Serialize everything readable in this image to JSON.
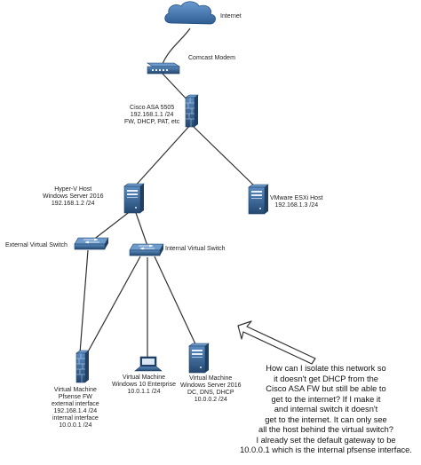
{
  "colors": {
    "device_blue": "#2f5f8f",
    "device_dark": "#1f3f64",
    "cloud": "#4a7db5",
    "line": "#2f2f2f"
  },
  "diagram": {
    "internet": {
      "icon": "cloud-icon",
      "label": "Internet"
    },
    "modem": {
      "icon": "modem-icon",
      "label": "Comcast Modem"
    },
    "asa": {
      "icon": "firewall-icon",
      "lines": [
        "Cisco ASA 5505",
        "192.168.1.1 /24",
        "FW, DHCP, PAT, etc"
      ]
    },
    "hyperv": {
      "icon": "server-icon",
      "lines": [
        "Hyper-V Host",
        "Windows Server  2016",
        "192.168.1.2 /24"
      ]
    },
    "esxi": {
      "icon": "server-icon",
      "lines": [
        "VMware ESXi Host",
        "192.168.1.3 /24"
      ]
    },
    "ext_switch": {
      "icon": "switch-icon",
      "label": "External Virtual Switch"
    },
    "int_switch": {
      "icon": "switch-icon",
      "label": "Internal Virtual Switch"
    },
    "pfsense": {
      "icon": "firewall-icon",
      "lines": [
        "Virtual Machine",
        "Pfsense FW",
        "external interface",
        "192.168.1.4 /24",
        "internal interface",
        "10.0.0.1 /24"
      ]
    },
    "win10": {
      "icon": "laptop-icon",
      "lines": [
        "Virtual Machine",
        "Windows 10 Enterprise",
        "10.0.1.1 /24"
      ]
    },
    "dc": {
      "icon": "server-icon",
      "lines": [
        "Virtual Machine",
        "Windows Server  2016",
        "DC, DNS, DHCP",
        "10.0.0.2 /24"
      ]
    }
  },
  "annotation": {
    "arrow_icon": "arrow-icon",
    "lines": [
      "How can I isolate this network so",
      "it doesn't get DHCP from the",
      "Cisco ASA FW but still be able to",
      "get to the internet? If I make it",
      "and internal switch it doesn't",
      "get to the internet. It can only see",
      "all the host behind the virtual switch?",
      "I already set the default gateway to be",
      "10.0.0.1 which is the internal pfsense interface."
    ]
  }
}
